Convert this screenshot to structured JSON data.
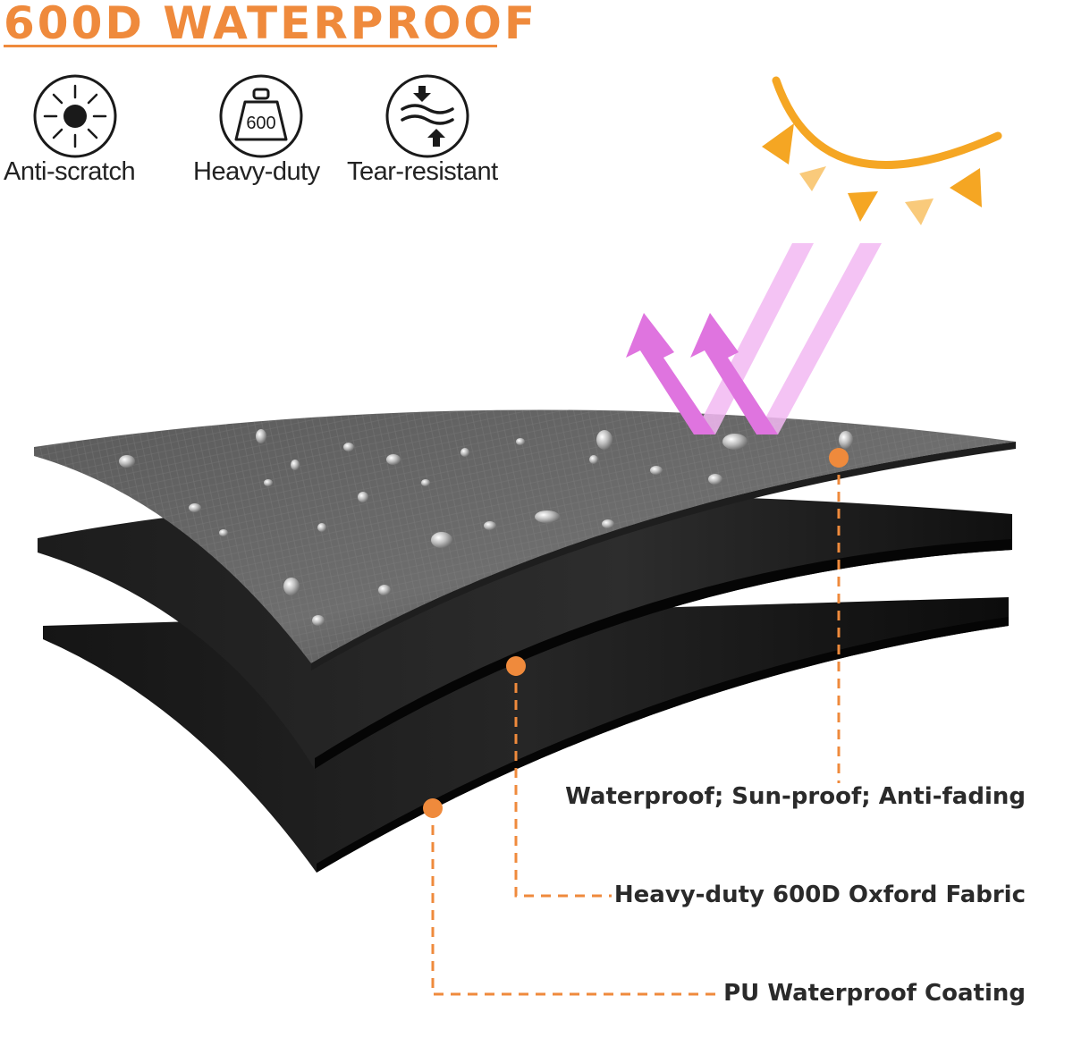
{
  "header": {
    "title": "600D WATERPROOF"
  },
  "features": [
    {
      "label": "Anti-scratch",
      "icon": "sun-icon"
    },
    {
      "label": "Heavy-duty",
      "icon": "weight-600-icon",
      "icon_text": "600"
    },
    {
      "label": "Tear-resistant",
      "icon": "wind-arrows-icon"
    }
  ],
  "callouts": {
    "top_layer": "Waterproof; Sun-proof; Anti-fading",
    "middle_layer": "Heavy-duty 600D Oxford Fabric",
    "bottom_layer": "PU Waterproof Coating"
  },
  "colors": {
    "accent": "#ef8a3c",
    "sun": "#f5a623",
    "uv_rays": "#e07ee0",
    "fabric": "#1a1a1a"
  }
}
